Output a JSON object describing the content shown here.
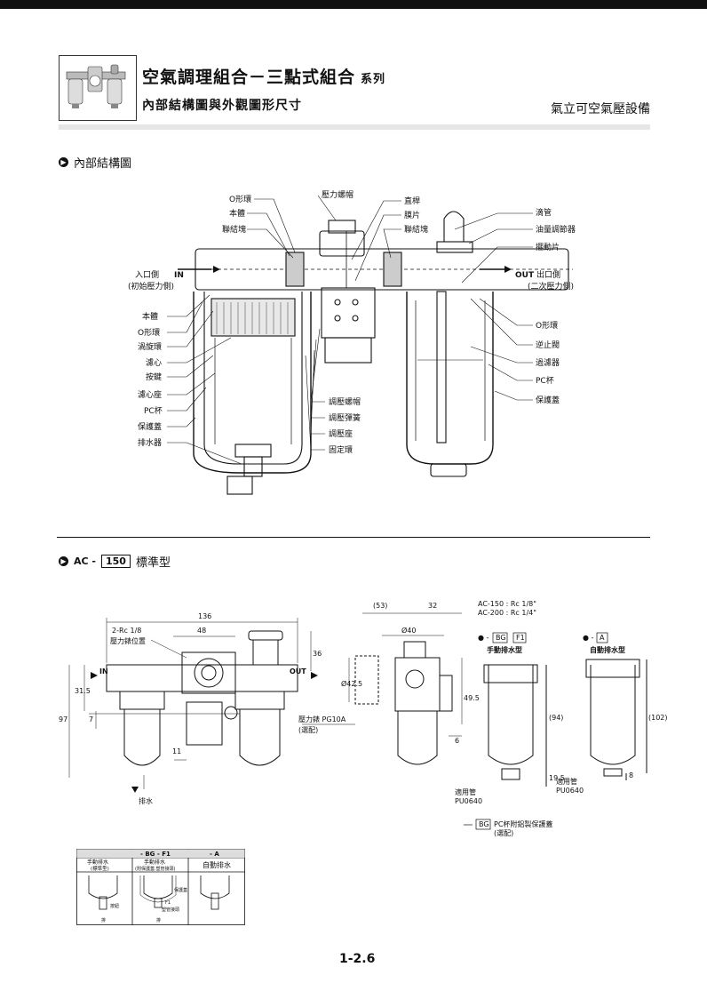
{
  "header": {
    "title": "空氣調理組合－三點式組合",
    "series": "系列",
    "subtitle": "內部結構圖與外觀圖形尺寸",
    "brand": "氣立可空氣壓設備"
  },
  "sections": {
    "internal": "內部結構圖",
    "model_prefix": "AC -",
    "model_box": "150",
    "model_type": "標準型"
  },
  "internal_labels": {
    "o_ring_top": "O形環",
    "body_top": "本體",
    "joint_left": "聯結塊",
    "pressure_knob": "壓力螺帽",
    "stem": "直桿",
    "diaphragm": "膜片",
    "joint_right": "聯結塊",
    "drip_tube": "滴管",
    "oil_adjuster": "油量調節器",
    "baffle": "擺動片",
    "inlet": "入口側",
    "inlet_sub": "(初始壓力側)",
    "in_tag": "IN",
    "out_tag": "OUT",
    "outlet": "出口側",
    "outlet_sub": "(二次壓力側)",
    "body": "本體",
    "o_ring": "O形環",
    "swirl": "渦旋環",
    "filter_core": "濾心",
    "button": "按鍵",
    "filter_seat": "濾心座",
    "pc_cup": "PC杯",
    "guard": "保護蓋",
    "drain": "排水器",
    "adj_nut": "調壓螺帽",
    "adj_spring": "調壓彈簧",
    "adj_seat": "調壓座",
    "fix_ring": "固定環",
    "o_ring_r": "O形環",
    "check_valve": "逆止閥",
    "filter_r": "過濾器",
    "pc_cup_r": "PC杯",
    "guard_r": "保護蓋"
  },
  "dimensions": {
    "w136": "136",
    "w48": "48",
    "rc": "2-Rc 1/8",
    "gauge_pos": "壓力錶位置",
    "in": "IN",
    "out": "OUT",
    "h97": "97",
    "h31_5": "31.5",
    "h7": "7",
    "h11": "11",
    "h36": "36",
    "drain": "排水",
    "d53": "(53)",
    "d32": "32",
    "d40": "Ø40",
    "d42_5": "Ø42.5",
    "h49_5": "49.5",
    "h6": "6",
    "gauge": "壓力錶 PG10A",
    "gauge_opt": "(選配)",
    "ac150": "AC-150 : Rc 1/8\"",
    "ac200": "AC-200 : Rc 1/4\"",
    "manual_opt_prefix": "● -",
    "bg": "BG",
    "f1": "F1",
    "manual_title": "手動排水型",
    "auto_opt_prefix": "● -",
    "a": "A",
    "auto_title": "自動排水型",
    "h94": "(94)",
    "h19_5": "19.5",
    "h102": "(102)",
    "h8": "8",
    "tube_l": "適用管",
    "tube_l_model": "PU0640",
    "tube_r": "適用管",
    "tube_r_model": "PU0640",
    "bg_note": "PC杯附鋁製保護蓋",
    "bg_note_opt": "(選配)"
  },
  "option_table": {
    "head_codes": [
      "",
      "- BG - F1",
      "- A"
    ],
    "head_names": [
      "手動排水\n(標準型)",
      "手動排水\n(附保護蓋.塑管接頭)",
      "自動排水"
    ],
    "col1_a": "手動排水",
    "col1_b": "(標準型)",
    "col2_a": "手動排水",
    "col2_b": "(附保護蓋.塑管接頭)",
    "col3": "自動排水",
    "press": "按鈕",
    "guard": "保護蓋",
    "f1": "F1",
    "pipe": "塑管接頭",
    "drain_a": "排",
    "drain_b": "排"
  },
  "page_number": "1-2.6"
}
